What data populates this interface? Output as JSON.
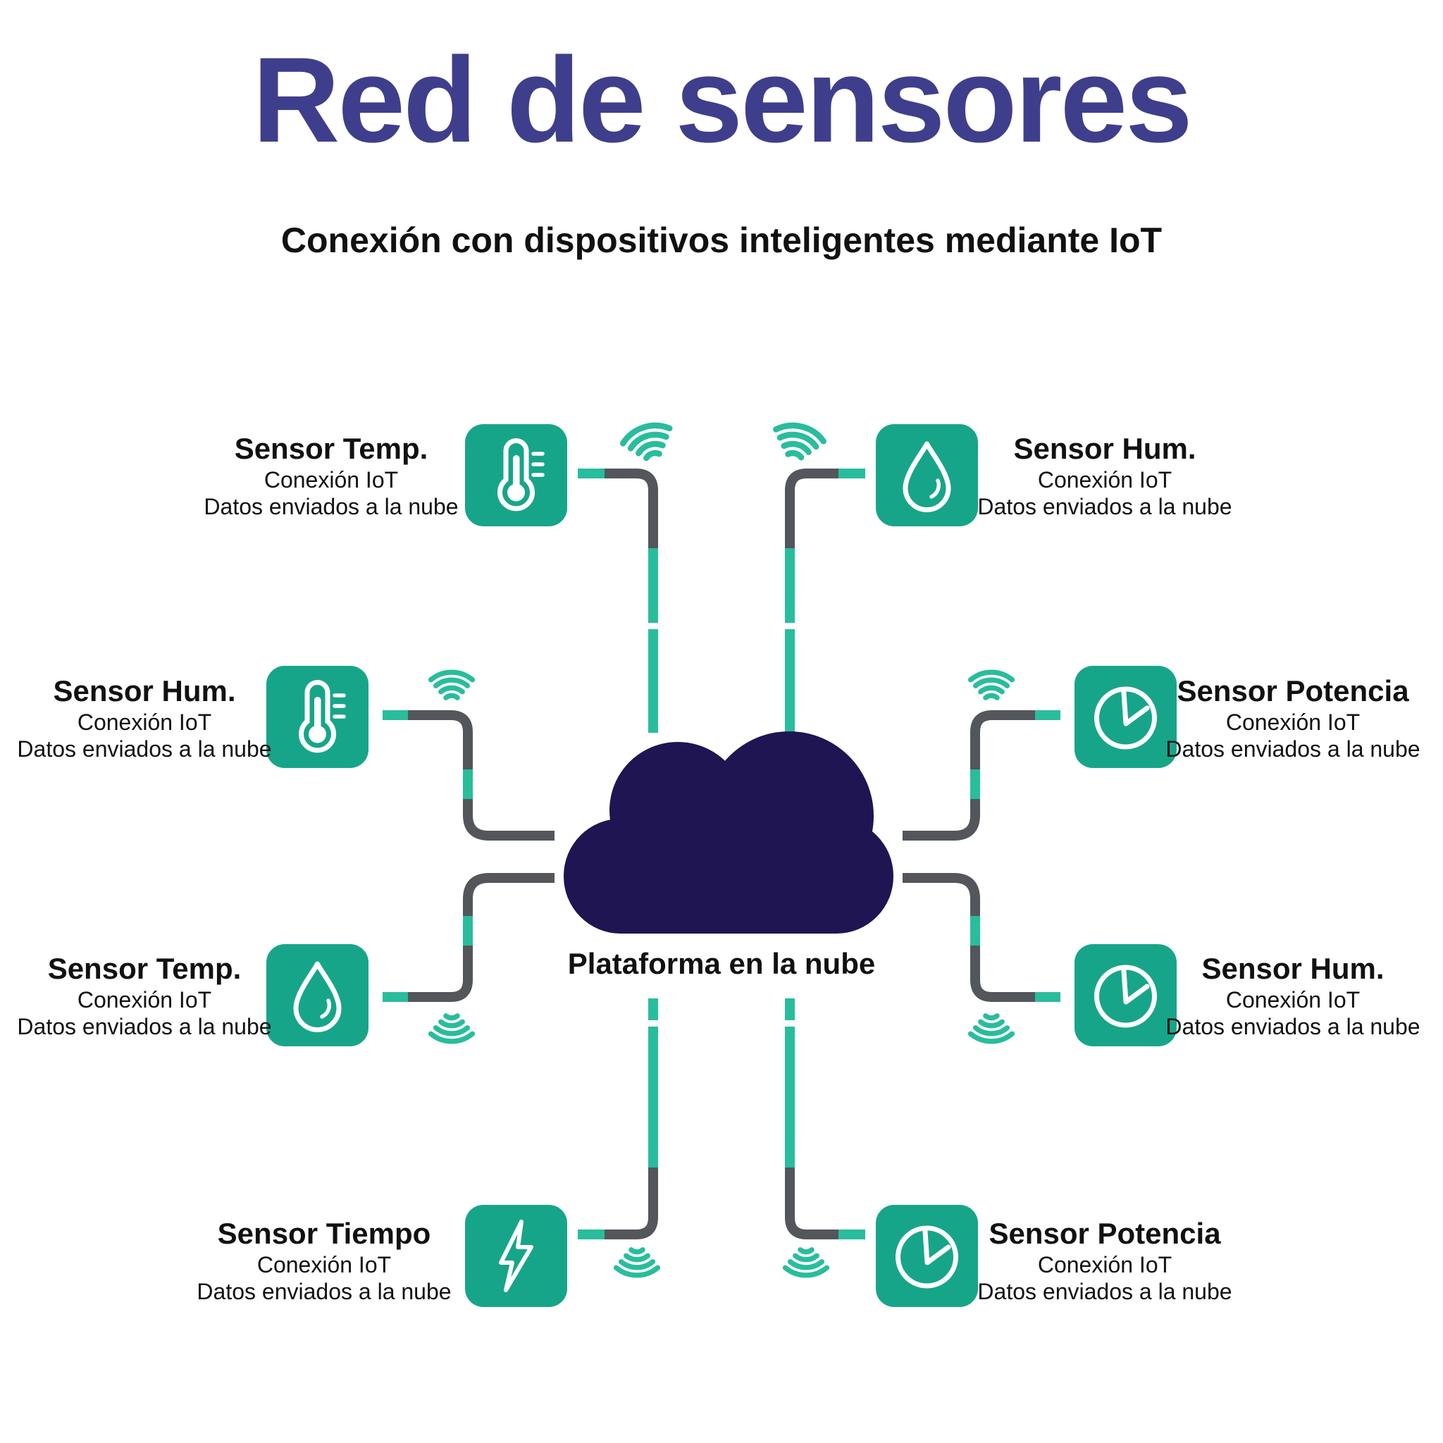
{
  "title": "Red de sensores",
  "subtitle": "Conexión con dispositivos inteligentes mediante IoT",
  "cloud": {
    "label": "Plataforma en la nube"
  },
  "sensors": [
    {
      "position": "top-left",
      "name": "Sensor Temp.",
      "line1": "Conexión IoT",
      "line2": "Datos enviados a la nube",
      "icon": "thermometer"
    },
    {
      "position": "top-right",
      "name": "Sensor Hum.",
      "line1": "Conexión IoT",
      "line2": "Datos enviados a la nube",
      "icon": "droplet"
    },
    {
      "position": "mid-left-upper",
      "name": "Sensor Hum.",
      "line1": "Conexión IoT",
      "line2": "Datos enviados a la nube",
      "icon": "thermometer"
    },
    {
      "position": "mid-right-upper",
      "name": "Sensor Potencia",
      "line1": "Conexión IoT",
      "line2": "Datos enviados a la nube",
      "icon": "clock"
    },
    {
      "position": "mid-left-lower",
      "name": "Sensor Temp.",
      "line1": "Conexión IoT",
      "line2": "Datos enviados a la nube",
      "icon": "droplet"
    },
    {
      "position": "mid-right-lower",
      "name": "Sensor Hum.",
      "line1": "Conexión IoT",
      "line2": "Datos enviados a la nube",
      "icon": "clock"
    },
    {
      "position": "bottom-left",
      "name": "Sensor Tiempo",
      "line1": "Conexión IoT",
      "line2": "Datos enviados a la nube",
      "icon": "lightning"
    },
    {
      "position": "bottom-right",
      "name": "Sensor Potencia",
      "line1": "Conexión IoT",
      "line2": "Datos enviados a la nube",
      "icon": "clock"
    }
  ],
  "colors": {
    "accent_green": "#17A589",
    "wire_teal": "#28BD9D",
    "wire_gray": "#53565A",
    "cloud_navy": "#1E1552",
    "title_navy": "#3F3E8C",
    "text_black": "#111111"
  }
}
